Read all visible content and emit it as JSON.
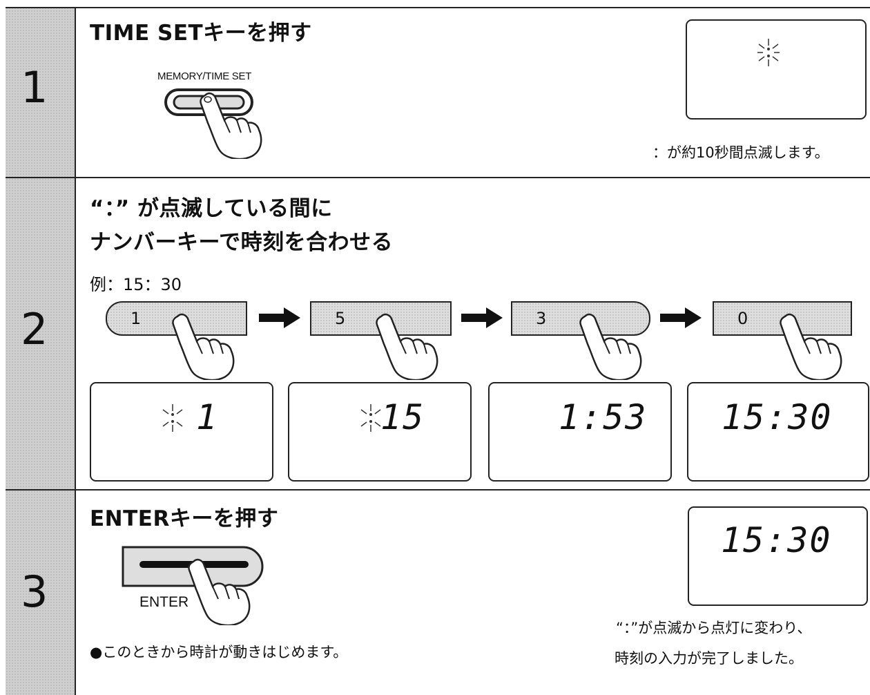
{
  "step1": {
    "number": "1",
    "heading": "TIME SETキーを押す",
    "button_label": "MEMORY/TIME SET",
    "display_text": "",
    "caption": "：が約10秒間点滅します。"
  },
  "step2": {
    "number": "2",
    "heading_line1": "“：” が点滅している間に",
    "heading_line2": "ナンバーキーで時刻を合わせる",
    "example": "例：15：30",
    "keys": [
      "1",
      "5",
      "3",
      "0"
    ],
    "displays": [
      "1",
      "15",
      "1:53",
      "15:30"
    ]
  },
  "step3": {
    "number": "3",
    "heading": "ENTERキーを押す",
    "button_label": "ENTER",
    "display_text": "15:30",
    "bullet": "●このときから時計が動きはじめます。",
    "caption_line1": "“：”が点滅から点灯に変わり、",
    "caption_line2": "時刻の入力が完了しました。"
  }
}
